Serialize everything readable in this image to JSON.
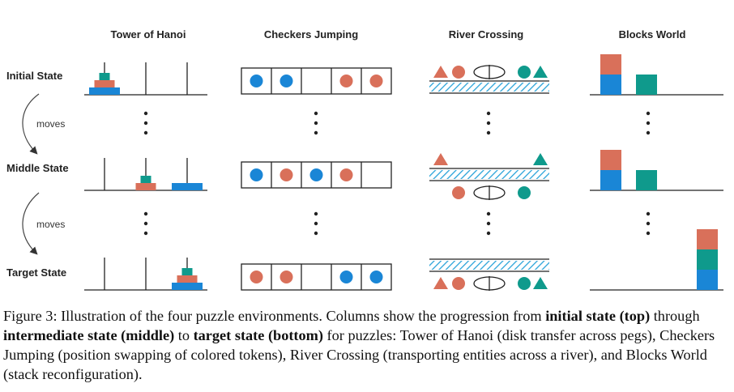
{
  "columns": [
    "Tower of Hanoi",
    "Checkers Jumping",
    "River Crossing",
    "Blocks World"
  ],
  "rows": [
    "Initial State",
    "Middle State",
    "Target State"
  ],
  "transition_label": "moves",
  "colors": {
    "red": "#d9705a",
    "blue": "#1a86d6",
    "teal": "#0f9a8c"
  },
  "hanoi": {
    "initial": {
      "peg1": [
        "blue-large",
        "red-medium",
        "teal-small"
      ],
      "peg2": [],
      "peg3": []
    },
    "middle": {
      "peg1": [],
      "peg2": [
        "red-medium",
        "teal-small"
      ],
      "peg3": [
        "blue-large"
      ]
    },
    "target": {
      "peg1": [],
      "peg2": [],
      "peg3": [
        "blue-large",
        "red-medium",
        "teal-small"
      ]
    }
  },
  "checkers": {
    "initial": [
      "blue",
      "blue",
      "empty",
      "red",
      "red"
    ],
    "middle": [
      "blue",
      "red",
      "blue",
      "red",
      "empty"
    ],
    "target": [
      "red",
      "red",
      "empty",
      "blue",
      "blue"
    ]
  },
  "river": {
    "initial": {
      "left_bank": [
        "red-triangle",
        "red-circle",
        "boat",
        "teal-circle",
        "teal-triangle"
      ],
      "right_bank": []
    },
    "middle": {
      "left_bank": [
        "red-triangle",
        "teal-triangle"
      ],
      "right_bank": [
        "red-circle",
        "boat",
        "teal-circle"
      ]
    },
    "target": {
      "left_bank": [],
      "right_bank": [
        "red-triangle",
        "red-circle",
        "boat",
        "teal-circle",
        "teal-triangle"
      ]
    }
  },
  "blocks": {
    "initial": [
      [
        "blue",
        "red"
      ],
      [
        "teal"
      ]
    ],
    "middle": [
      [
        "blue",
        "red"
      ],
      [
        "teal"
      ]
    ],
    "target": [
      [
        "blue",
        "teal",
        "red"
      ]
    ]
  },
  "caption": {
    "prefix": "Figure 3: Illustration of the four puzzle environments. Columns show the progression from ",
    "initial": "initial state (top)",
    "through": " through ",
    "intermediate": "intermediate state (middle)",
    "to": " to ",
    "target": "target state (bottom)",
    "suffix": " for puzzles: Tower of Hanoi (disk transfer across pegs), Checkers Jumping (position swapping of colored tokens), River Crossing (transporting entities across a river), and Blocks World (stack reconfiguration)."
  }
}
